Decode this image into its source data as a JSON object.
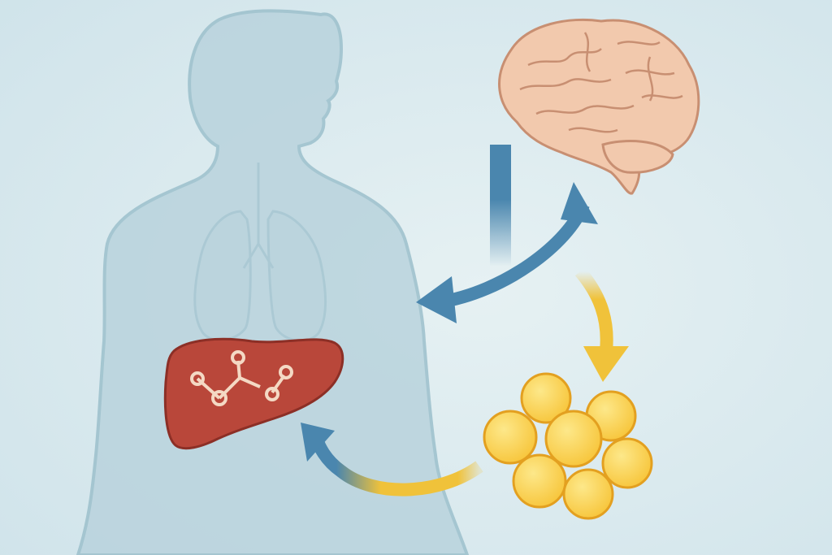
{
  "diagram": {
    "nodes": [
      {
        "id": "body",
        "icon": "human-torso-silhouette-icon"
      },
      {
        "id": "liver",
        "icon": "liver-icon",
        "detail": "molecule-icon"
      },
      {
        "id": "brain",
        "icon": "brain-icon"
      },
      {
        "id": "fat",
        "icon": "fat-cells-cluster-icon"
      }
    ],
    "edges": [
      {
        "from": "body",
        "to": "brain",
        "style": "fading-straight-arrow-down"
      },
      {
        "from": "brain",
        "to": "body",
        "style": "double-headed-curved-arrow"
      },
      {
        "from": "brain",
        "to": "fat",
        "style": "curved-arrow"
      },
      {
        "from": "fat",
        "to": "liver",
        "style": "curved-arrow"
      }
    ]
  },
  "colors": {
    "background": "#cfe3ea",
    "background_light": "#e6f1f3",
    "silhouette_fill": "#b9d3dd",
    "silhouette_stroke": "#9cc0cc",
    "liver_fill": "#b9473a",
    "liver_stroke": "#8c2f26",
    "liver_molecule": "#f4d9c4",
    "brain_fill": "#f2c9ad",
    "brain_stroke": "#c88f72",
    "fat_fill": "#f7c53a",
    "fat_stroke": "#e3a020",
    "blue_arrow": "#4a86ae",
    "yellow_arrow": "#f0c23a"
  }
}
